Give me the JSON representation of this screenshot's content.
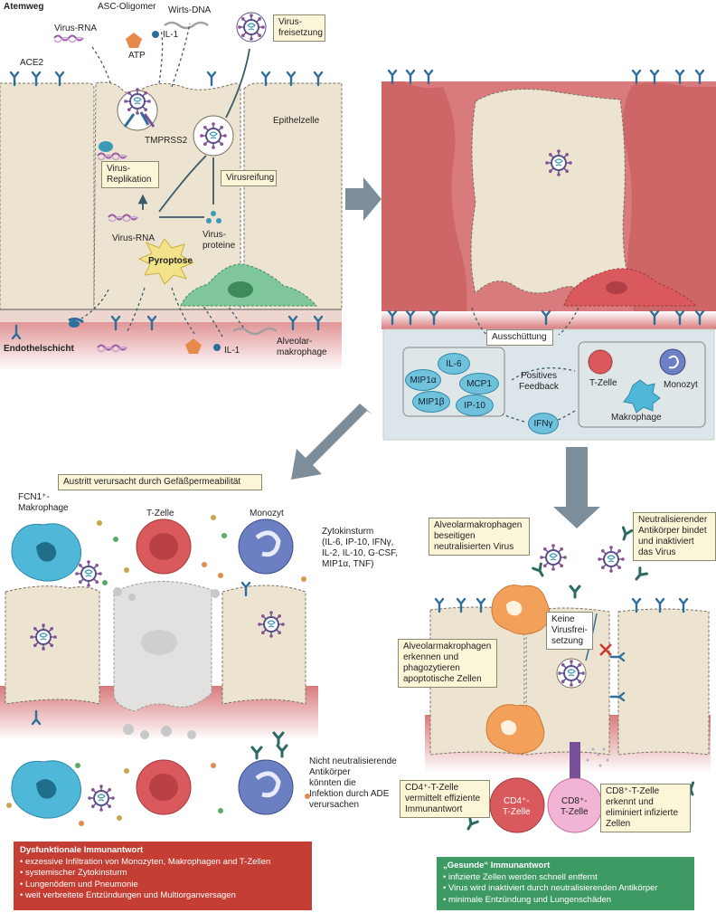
{
  "panel_a": {
    "airway": "Atemweg",
    "virus_rna_top": "Virus-RNA",
    "asc": "ASC-Oligomer",
    "host_dna": "Wirts-DNA",
    "il1_top": "IL-1",
    "atp": "ATP",
    "ace2": "ACE2",
    "tmprss2": "TMPRSS2",
    "virus_replication": "Virus-\nReplikation",
    "virus_release": "Virus-\nfreisetzung",
    "epithelial_cell": "Epithelzelle",
    "virus_maturation": "Virusreifung",
    "virus_rna_mid": "Virus-RNA",
    "virus_proteins": "Virus-\nproteine",
    "pyroptosis": "Pyroptose",
    "endothelial": "Endothelschicht",
    "il1_bottom": "IL-1",
    "alveolar_macrophage": "Alveolar-\nmakrophage"
  },
  "panel_b": {
    "secretion": "Ausschüttung",
    "cytokines": [
      "IL-6",
      "MIP1α",
      "MCP1",
      "MIP1β",
      "IP-10"
    ],
    "positive_feedback": "Positives\nFeedback",
    "ifn": "IFNγ",
    "t_cell": "T-Zelle",
    "monocyte": "Monozyt",
    "macrophage": "Makrophage"
  },
  "panel_c": {
    "exit_box": "Austritt verursacht durch Gefäßpermeabilität",
    "fcn1": "FCN1⁺-\nMakrophage",
    "t_cell": "T-Zelle",
    "monocyte": "Monozyt",
    "storm": "Zytokinsturm\n(IL-6, IP-10, IFNγ,\nIL-2, IL-10, G-CSF,\nMIP1α, TNF)",
    "non_neutralizing": "Nicht neutralisierende\nAntikörper\nkönnten die\nInfektion durch ADE\nverursachen"
  },
  "dysfunctional": {
    "title": "Dysfunktionale Immunantwort",
    "items": [
      "exzessive Infiltration von Monozyten, Makrophagen and T-Zellen",
      "systemischer Zytokinsturm",
      "Lungenödem und Pneumonie",
      "weit verbreitete Entzündungen und Multiorganversagen"
    ]
  },
  "panel_d": {
    "alv_clear": "Alveolarmakrophagen\nbeseitigen\nneutralisierten Virus",
    "neutral_ab": "Neutralisierender\nAntikörper bindet\nund inaktiviert\ndas Virus",
    "no_release": "Keine\nVirusfrei-\nsetzung",
    "alv_phago": "Alveolarmakrophagen\nerkennen und\nphagozytieren\napoptotische Zellen",
    "cd4_box": "CD4⁺-T-Zelle\nvermittelt effiziente\nImmunantwort",
    "cd4_cell": "CD4⁺-\nT-Zelle",
    "cd8_cell": "CD8⁺-\nT-Zelle",
    "cd8_box": "CD8⁺-T-Zelle\nerkennt und\neliminiert infizierte\nZellen"
  },
  "healthy": {
    "title": "„Gesunde“ Immunantwort",
    "items": [
      "infizierte Zellen werden schnell entfernt",
      "Virus wird inaktiviert durch neutralisierenden Antikörper",
      "minimale Entzündung und Lungenschäden"
    ]
  },
  "colors": {
    "epithelium": "#ece4d0",
    "tissue_red": "#d9767a",
    "cytokine": "#6fc1dc",
    "dysfunctional": "#c43e34",
    "healthy": "#3e9a63",
    "receptor": "#2d6e9a"
  }
}
